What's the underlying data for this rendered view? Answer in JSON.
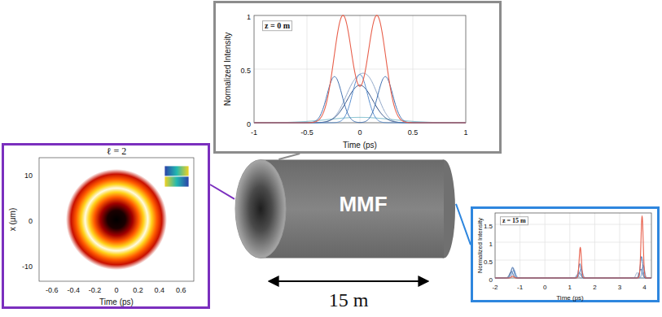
{
  "diagram": {
    "nodes": [
      {
        "text": [
          "ℓ = 2",
          "x (μm)",
          "10",
          "0",
          "-10",
          "-0.6",
          "-0.4",
          "-0.2",
          "0",
          "0.2",
          "0.4",
          "0.6",
          "Time (ps)"
        ]
      },
      {
        "text": [
          "z = 0 m",
          "Normalized Intensity",
          "1",
          "0.5",
          "0",
          "-1",
          "-0.5",
          "0",
          "0.5",
          "1",
          "Time (ps)"
        ]
      },
      {
        "text": [
          "MMF"
        ]
      },
      {
        "text": [
          "z = 15 m",
          "Normalized Intensity",
          "1.5",
          "1",
          "0.5",
          "0",
          "-2",
          "-1",
          "0",
          "1",
          "2",
          "3",
          "4",
          "Time (ps)"
        ]
      }
    ],
    "edges": [
      {
        "from": 0,
        "to": 2,
        "arrow": "none"
      },
      {
        "from": 1,
        "to": 2,
        "arrow": "none"
      },
      {
        "from": 2,
        "to": 3,
        "arrow": "none"
      }
    ],
    "labels": [
      "15 m"
    ]
  }
}
